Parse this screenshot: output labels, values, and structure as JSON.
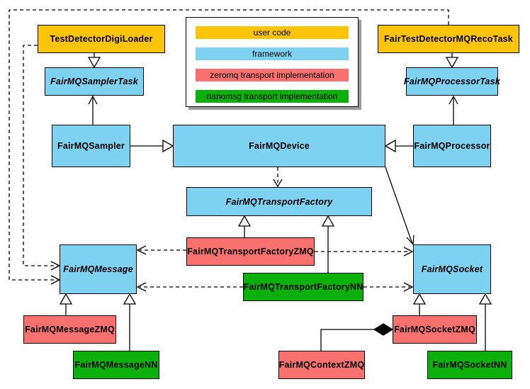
{
  "palette": {
    "user_code": "#fdc408",
    "framework": "#7dd1f1",
    "zeromq": "#f8716e",
    "nanomsg": "#0bb00b"
  },
  "legend": {
    "items": [
      {
        "label": "user code",
        "category": "user_code"
      },
      {
        "label": "framework",
        "category": "framework"
      },
      {
        "label": "zeromq transport implementation",
        "category": "zeromq"
      },
      {
        "label": "nanomsg transport implementation",
        "category": "nanomsg"
      }
    ]
  },
  "nodes": {
    "test_detector_digi_loader": {
      "label": "TestDetectorDigiLoader",
      "category": "user_code",
      "abstract": false
    },
    "fair_test_detector_mq_reco_task": {
      "label": "FairTestDetectorMQRecoTask",
      "category": "user_code",
      "abstract": false
    },
    "fairmq_sampler_task": {
      "label": "FairMQSamplerTask",
      "category": "framework",
      "abstract": true
    },
    "fairmq_processor_task": {
      "label": "FairMQProcessorTask",
      "category": "framework",
      "abstract": true
    },
    "fairmq_sampler": {
      "label": "FairMQSampler",
      "category": "framework",
      "abstract": false
    },
    "fairmq_device": {
      "label": "FairMQDevice",
      "category": "framework",
      "abstract": false
    },
    "fairmq_processor": {
      "label": "FairMQProcessor",
      "category": "framework",
      "abstract": false
    },
    "fairmq_transport_factory": {
      "label": "FairMQTransportFactory",
      "category": "framework",
      "abstract": true
    },
    "fairmq_transport_factory_zmq": {
      "label": "FairMQTransportFactoryZMQ",
      "category": "zeromq",
      "abstract": false
    },
    "fairmq_transport_factory_nn": {
      "label": "FairMQTransportFactoryNN",
      "category": "nanomsg",
      "abstract": false
    },
    "fairmq_message": {
      "label": "FairMQMessage",
      "category": "framework",
      "abstract": true
    },
    "fairmq_socket": {
      "label": "FairMQSocket",
      "category": "framework",
      "abstract": true
    },
    "fairmq_message_zmq": {
      "label": "FairMQMessageZMQ",
      "category": "zeromq",
      "abstract": false
    },
    "fairmq_message_nn": {
      "label": "FairMQMessageNN",
      "category": "nanomsg",
      "abstract": false
    },
    "fairmq_context_zmq": {
      "label": "FairMQContextZMQ",
      "category": "zeromq",
      "abstract": false
    },
    "fairmq_socket_zmq": {
      "label": "FairMQSocketZMQ",
      "category": "zeromq",
      "abstract": false
    },
    "fairmq_socket_nn": {
      "label": "FairMQSocketNN",
      "category": "nanomsg",
      "abstract": false
    }
  },
  "relationships": [
    {
      "from": "TestDetectorDigiLoader",
      "to": "FairMQSamplerTask",
      "type": "inheritance"
    },
    {
      "from": "FairTestDetectorMQRecoTask",
      "to": "FairMQProcessorTask",
      "type": "inheritance"
    },
    {
      "from": "FairMQSampler",
      "to": "FairMQSamplerTask",
      "type": "association"
    },
    {
      "from": "FairMQProcessor",
      "to": "FairMQProcessorTask",
      "type": "association"
    },
    {
      "from": "FairMQSampler",
      "to": "FairMQDevice",
      "type": "inheritance"
    },
    {
      "from": "FairMQProcessor",
      "to": "FairMQDevice",
      "type": "inheritance"
    },
    {
      "from": "FairMQDevice",
      "to": "FairMQTransportFactory",
      "type": "dependency"
    },
    {
      "from": "FairMQDevice",
      "to": "FairMQSocket",
      "type": "association"
    },
    {
      "from": "TestDetectorDigiLoader",
      "to": "FairMQMessage",
      "type": "dependency"
    },
    {
      "from": "FairTestDetectorMQRecoTask",
      "to": "FairMQMessage",
      "type": "dependency"
    },
    {
      "from": "FairMQTransportFactoryZMQ",
      "to": "FairMQTransportFactory",
      "type": "inheritance"
    },
    {
      "from": "FairMQTransportFactoryNN",
      "to": "FairMQTransportFactory",
      "type": "inheritance"
    },
    {
      "from": "FairMQTransportFactoryZMQ",
      "to": "FairMQMessage",
      "type": "dependency"
    },
    {
      "from": "FairMQTransportFactoryZMQ",
      "to": "FairMQSocket",
      "type": "dependency"
    },
    {
      "from": "FairMQTransportFactoryNN",
      "to": "FairMQMessage",
      "type": "dependency"
    },
    {
      "from": "FairMQTransportFactoryNN",
      "to": "FairMQSocket",
      "type": "dependency"
    },
    {
      "from": "FairMQMessageZMQ",
      "to": "FairMQMessage",
      "type": "inheritance"
    },
    {
      "from": "FairMQMessageNN",
      "to": "FairMQMessage",
      "type": "inheritance"
    },
    {
      "from": "FairMQSocketZMQ",
      "to": "FairMQSocket",
      "type": "inheritance"
    },
    {
      "from": "FairMQSocketNN",
      "to": "FairMQSocket",
      "type": "inheritance"
    },
    {
      "from": "FairMQSocketZMQ",
      "to": "FairMQContextZMQ",
      "type": "composition"
    }
  ]
}
